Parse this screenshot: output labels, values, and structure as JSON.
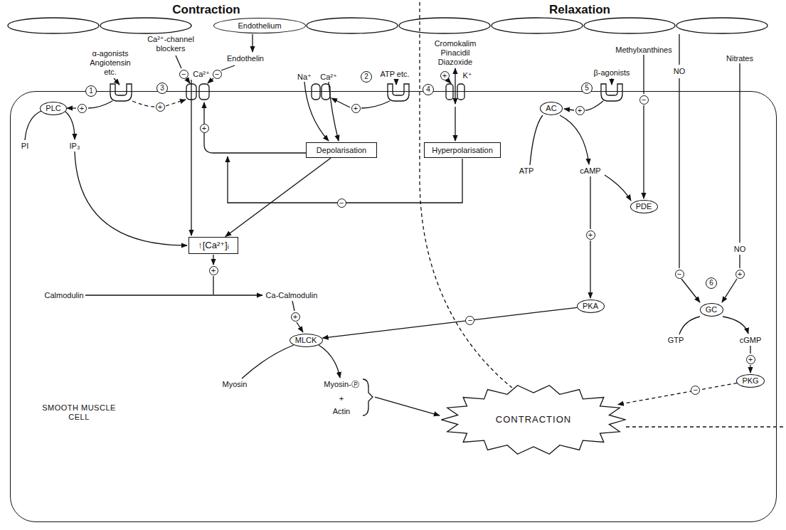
{
  "diagram": {
    "nodes": [
      {
        "text": [
          "Endothelium"
        ]
      },
      {
        "text": [
          "SMOOTH MUSCLE CELL"
        ]
      },
      {
        "text": [
          "PLC"
        ],
        "in": 1
      },
      {
        "text": [
          "Depolarisation"
        ],
        "in": 1
      },
      {
        "text": [
          "Hyperpolarisation"
        ],
        "in": 1
      },
      {
        "text": [
          "AC"
        ],
        "in": 1
      },
      {
        "text": [
          "PDE"
        ],
        "in": 1
      },
      {
        "text": [
          "↑[Ca²⁺]ᵢ"
        ],
        "in": 1
      },
      {
        "text": [
          "PKA"
        ],
        "in": 1
      },
      {
        "text": [
          "GC"
        ],
        "in": 1
      },
      {
        "text": [
          "MLCK"
        ],
        "in": 1
      },
      {
        "text": [
          "PKG"
        ],
        "in": 1
      },
      {
        "text": [
          "CONTRACTION"
        ],
        "in": 1
      }
    ],
    "edges": [
      {
        "from": 3,
        "to": 7,
        "arrow": "to"
      },
      {
        "from": 8,
        "to": 10,
        "label": "−",
        "arrow": "to"
      },
      {
        "from": 11,
        "to": 12,
        "label": "−",
        "arrow": "to"
      }
    ],
    "labels": [
      "Contraction",
      "Relaxation",
      "Ca²⁺-channel blockers",
      "α-agonists Angiotensin etc.",
      "Endothelin",
      "Cromokalim Pinacidil Diazoxide",
      "Methylxanthines",
      "Nitrates",
      "NO",
      "β-agonists",
      "1",
      "+",
      "+",
      "3",
      "−",
      "Ca²⁺",
      "−",
      "Na⁺",
      "Ca²⁺",
      "2",
      "ATP etc.",
      "+",
      "4",
      "+",
      "K⁺",
      "5",
      "+",
      "−",
      "PI",
      "IP₃",
      "+",
      "ATP",
      "cAMP",
      "−",
      "+",
      "NO",
      "−",
      "+",
      "6",
      "Calmodulin",
      "Ca-Calmodulin",
      "+",
      "+",
      "GTP",
      "cGMP",
      "+",
      "Myosin",
      "Myosin-Ⓟ",
      "+",
      "Actin"
    ]
  }
}
